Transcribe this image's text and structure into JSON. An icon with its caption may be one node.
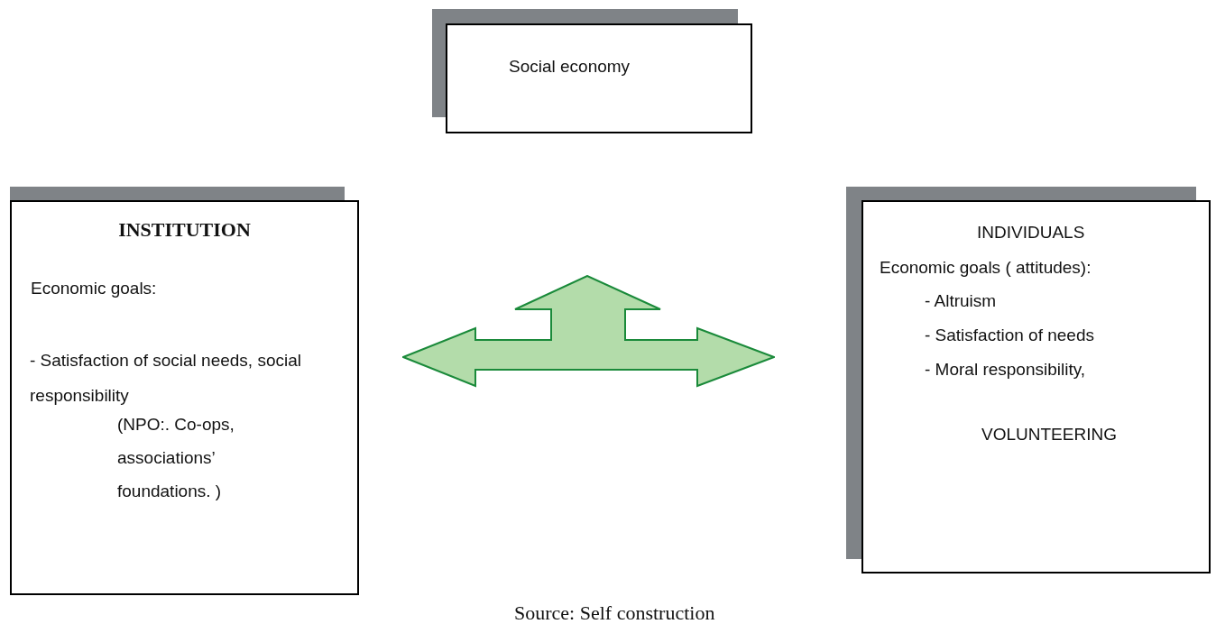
{
  "diagram": {
    "caption": "Source: Self construction",
    "nodes": [
      {
        "text": [
          "Social economy"
        ]
      },
      {
        "text": [
          "INSTITUTION",
          "Economic goals:",
          "- Satisfaction of social needs, social responsibility",
          "(NPO:. Co-ops, associations’ foundations. )"
        ]
      },
      {
        "text": [
          "INDIVIDUALS",
          "Economic goals ( attitudes):",
          "- Altruism",
          "- Satisfaction of needs",
          "- Moral responsibility,",
          "VOLUNTEERING"
        ]
      },
      {
        "text": [],
        "shape": "arrow"
      }
    ]
  }
}
